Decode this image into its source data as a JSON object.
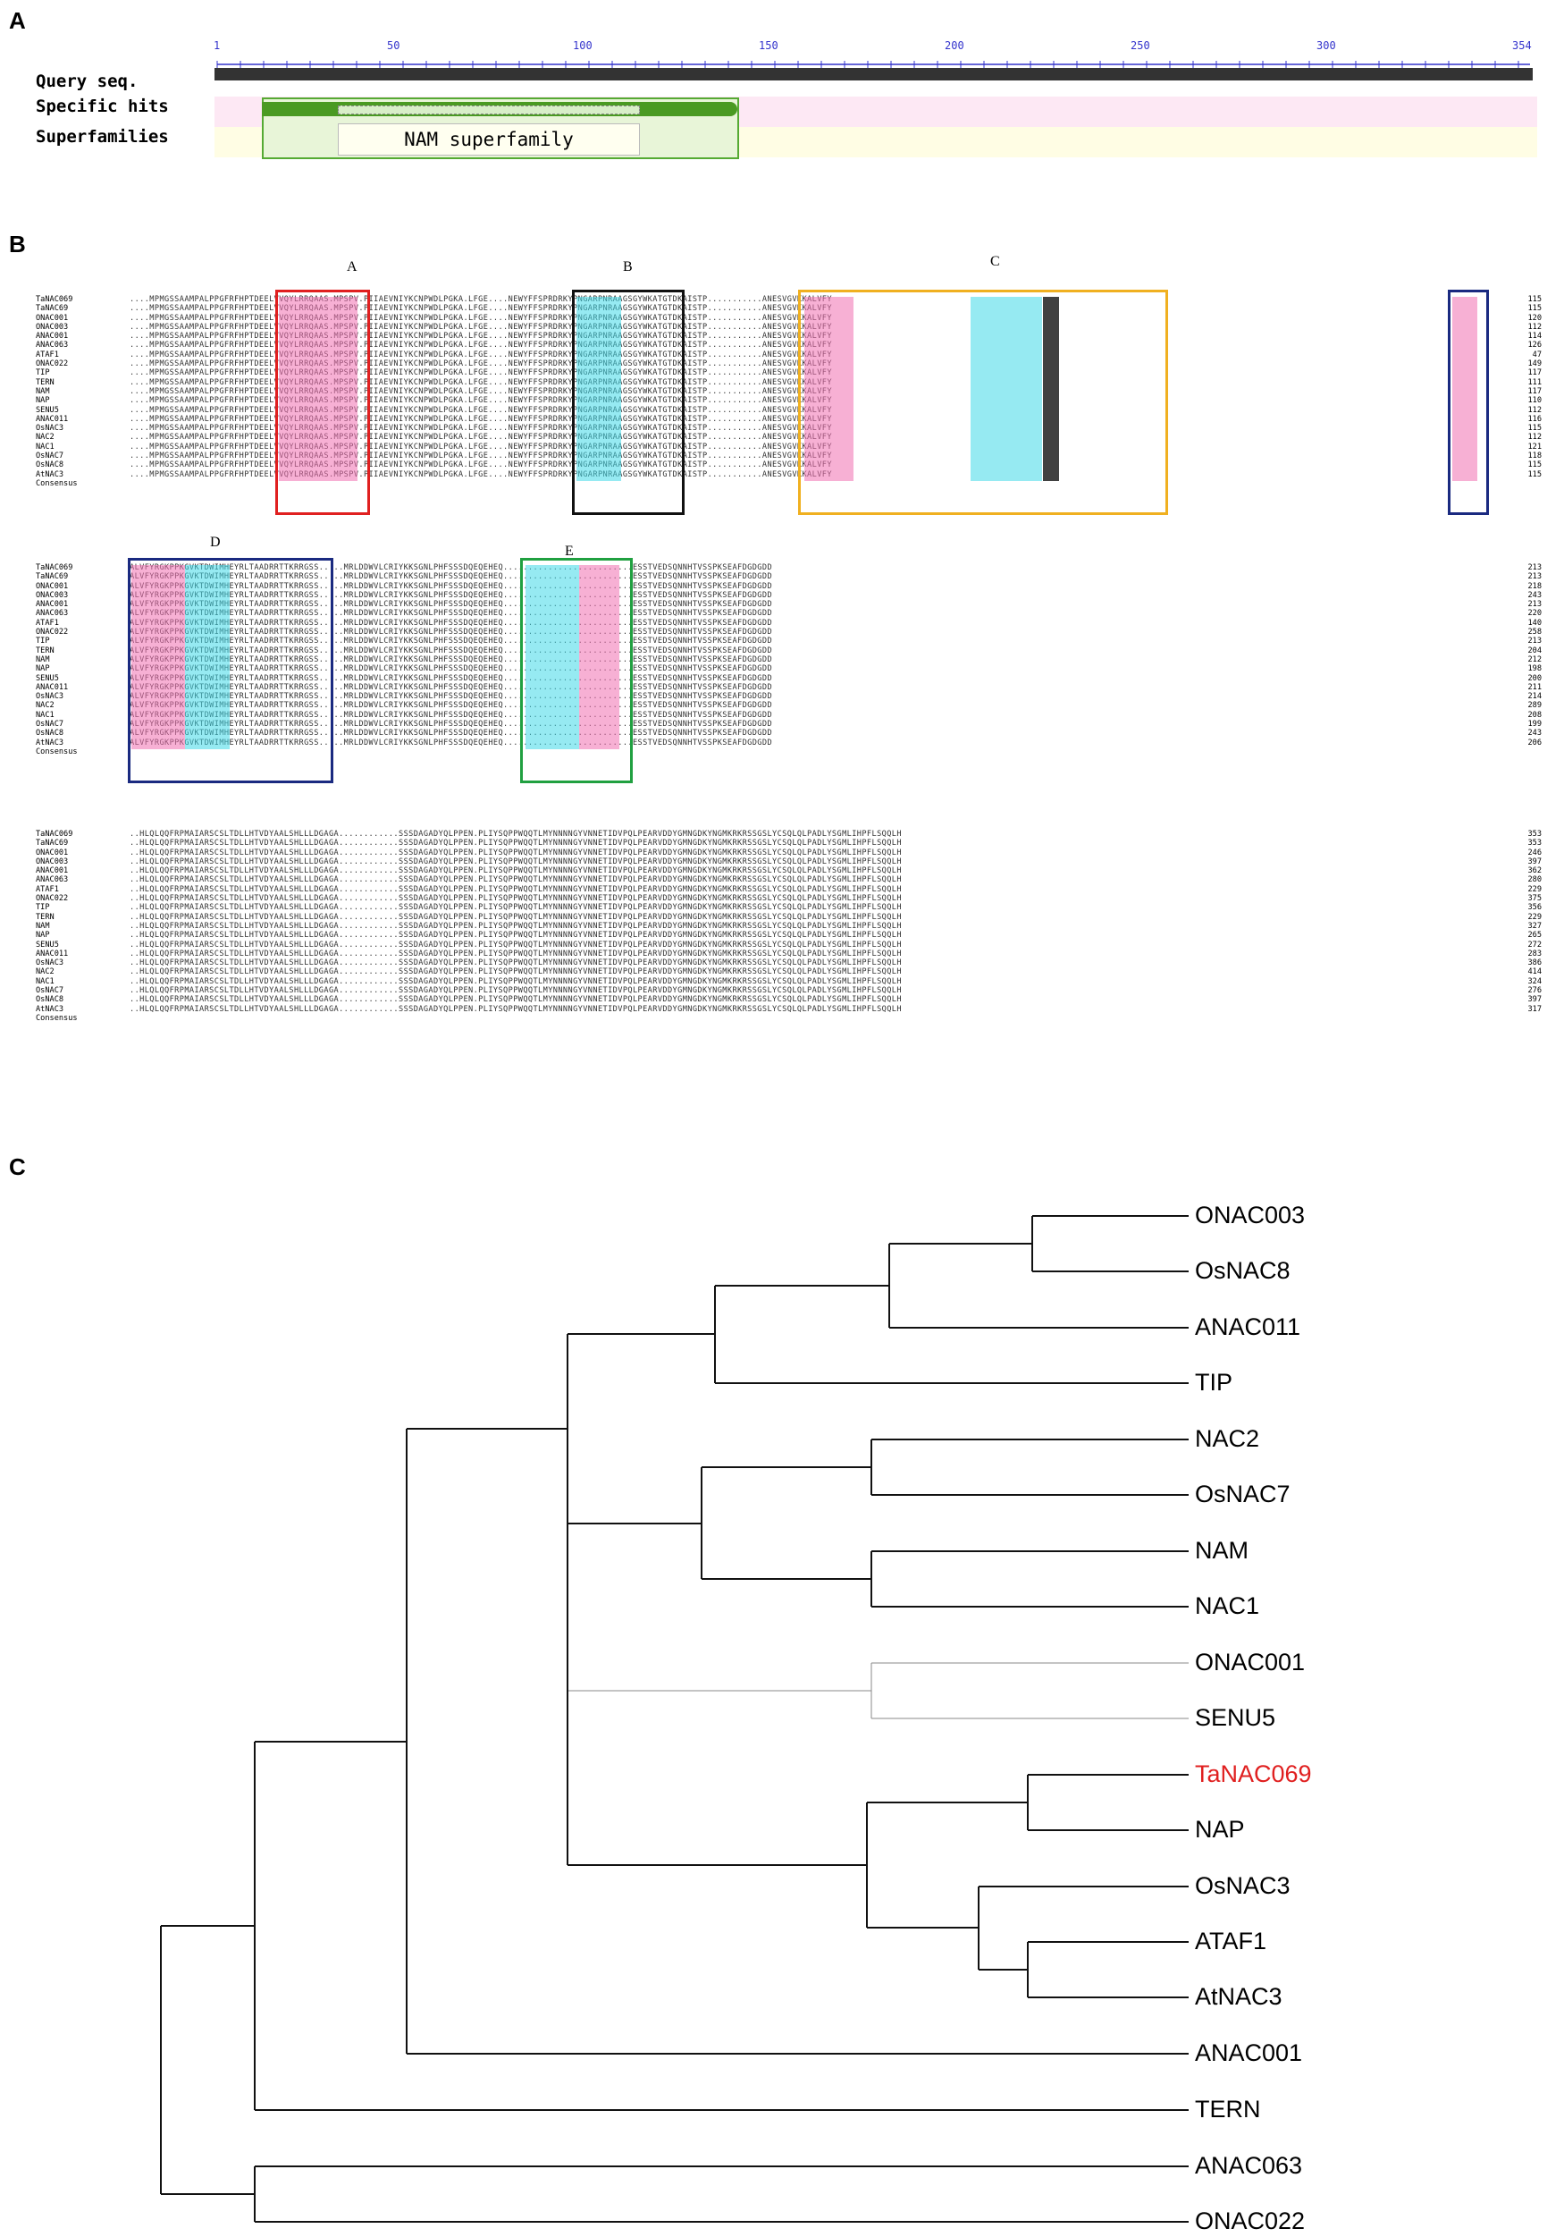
{
  "panels": {
    "a": "A",
    "b": "B",
    "c": "C"
  },
  "panel_a": {
    "rows": [
      "Query seq.",
      "Specific hits",
      "Superfamilies"
    ],
    "ruler_ticks": [
      "1",
      "50",
      "100",
      "150",
      "200",
      "250",
      "300",
      "354"
    ],
    "superfamily_label": "NAM superfamily"
  },
  "panel_b": {
    "motifs": [
      "A",
      "B",
      "C",
      "D",
      "E"
    ],
    "names": [
      "TaNAC069",
      "TaNAC69",
      "ONAC001",
      "ONAC003",
      "ANAC001",
      "ANAC063",
      "ATAF1",
      "ONAC022",
      "TIP",
      "TERN",
      "NAM",
      "NAP",
      "SENU5",
      "ANAC011",
      "OsNAC3",
      "NAC2",
      "NAC1",
      "OsNAC7",
      "OsNAC8",
      "AtNAC3",
      "Consensus"
    ],
    "block1_numbers": [
      "115",
      "115",
      "120",
      "112",
      "114",
      "126",
      "47",
      "149",
      "117",
      "111",
      "117",
      "110",
      "112",
      "116",
      "115",
      "112",
      "121",
      "118",
      "115",
      "115",
      ""
    ],
    "block2_numbers": [
      "213",
      "213",
      "218",
      "243",
      "213",
      "220",
      "140",
      "258",
      "213",
      "204",
      "212",
      "198",
      "200",
      "211",
      "214",
      "289",
      "208",
      "199",
      "243",
      "206",
      ""
    ],
    "block3_numbers": [
      "353",
      "353",
      "246",
      "397",
      "362",
      "280",
      "229",
      "375",
      "356",
      "229",
      "327",
      "265",
      "272",
      "283",
      "386",
      "414",
      "324",
      "276",
      "397",
      "317",
      ""
    ],
    "seq1_sample": "....MPMGSSAAMPALPPGFRFHPTDEELVVQYLRRQAAS.MPSPV.PIIAEVNIYKCNPWDLPGKA.LFGE....NEWYFFSPRDRKYPNGARPNRAAGSGYWKATGTDKAISTP...........ANESVGVKKALVFY",
    "seq2_sample": "ALVFYRGKPPKGVKTDWIMHEYRLTAADRRTTKRRGSS.....MRLDDWVLCRIYKKSGNLPHFSSSDQEQEHEQ..........................ESSTVEDSQNNHTVSSPKSEAFDGDGDD",
    "seq3_sample": "..HLQLQQFRPMAIARSCSLTDLLHTVDYAALSHLLLDGAGA............SSSDAGADYQLPPEN.PLIYSQPPWQQTLMYNNNNGYVNNETIDVPQLPEARVDDYGMNGDKYNGMKRKRSSGSLYCSQLQLPADLYSGMLIHPFLSQQLH"
  },
  "panel_c": {
    "leaves": [
      "ONAC003",
      "OsNAC8",
      "ANAC011",
      "TIP",
      "NAC2",
      "OsNAC7",
      "NAM",
      "NAC1",
      "ONAC001",
      "SENU5",
      "TaNAC069",
      "NAP",
      "OsNAC3",
      "ATAF1",
      "AtNAC3",
      "ANAC001",
      "TERN",
      "ANAC063",
      "ONAC022"
    ],
    "highlight_leaf": "TaNAC069",
    "highlight_color": "#e02020"
  },
  "colors": {
    "motif_a": "#e02020",
    "motif_b": "#111111",
    "motif_c": "#f0b020",
    "motif_d": "#1a2a80",
    "motif_e": "#20a040",
    "shade_pink": "#f070b0",
    "shade_cyan": "#40d8e8",
    "shade_yellow": "#f0f050"
  }
}
